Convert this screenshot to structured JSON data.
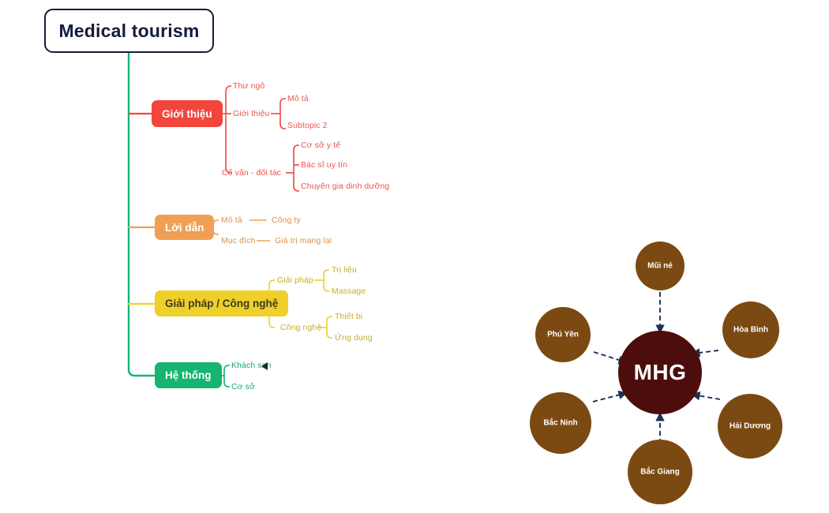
{
  "colors": {
    "root_border": "#151B3D",
    "root_text": "#151B3D",
    "trunk": "#15B471",
    "red": "#F4453C",
    "orange": "#F0A055",
    "yellow": "#EFD02B",
    "green": "#15B471",
    "hub_center": "#4D0D0D",
    "hub_node": "#7B4A12",
    "arrow": "#1F3055",
    "background": "#FFFFFF"
  },
  "mindmap": {
    "root": {
      "label": "Medical tourism"
    },
    "branches": [
      {
        "label": "Giới thiệu",
        "color": "#F4453C",
        "children": [
          {
            "label": "Thư ngỏ",
            "children": []
          },
          {
            "label": "Giới thiệu",
            "children": [
              {
                "label": "Mô tả"
              },
              {
                "label": "Subtopic 2"
              }
            ]
          },
          {
            "label": "Cố vấn - đối tác",
            "children": [
              {
                "label": "Cơ sở y tế"
              },
              {
                "label": "Bác sĩ uy tín"
              },
              {
                "label": "Chuyên gia dinh dưỡng"
              }
            ]
          }
        ]
      },
      {
        "label": "Lời dẫn",
        "color": "#F0A055",
        "children": [
          {
            "label": "Mô tả",
            "children": [
              {
                "label": "Công ty"
              }
            ]
          },
          {
            "label": "Mục đích",
            "children": [
              {
                "label": "Giá trị mang lại"
              }
            ]
          }
        ]
      },
      {
        "label": "Giải pháp / Công nghệ",
        "color": "#EFD02B",
        "children": [
          {
            "label": "Giải pháp",
            "children": [
              {
                "label": "Trị liệu"
              },
              {
                "label": "Massage"
              }
            ]
          },
          {
            "label": "Công nghệ",
            "children": [
              {
                "label": "Thiết bị"
              },
              {
                "label": "Ứng dụng"
              }
            ]
          }
        ]
      },
      {
        "label": "Hệ thống",
        "color": "#15B471",
        "children": [
          {
            "label": "Khách sạn",
            "children": []
          },
          {
            "label": "Cơ sở",
            "children": []
          }
        ]
      }
    ]
  },
  "hub_diagram": {
    "center": {
      "label": "MHG"
    },
    "nodes": [
      {
        "label": "Mũi né"
      },
      {
        "label": "Hòa Bình"
      },
      {
        "label": "Hải Dương"
      },
      {
        "label": "Bắc Giang"
      },
      {
        "label": "Bắc Ninh"
      },
      {
        "label": "Phú Yên"
      }
    ]
  },
  "cursor": {
    "name": "pointer-cursor"
  }
}
